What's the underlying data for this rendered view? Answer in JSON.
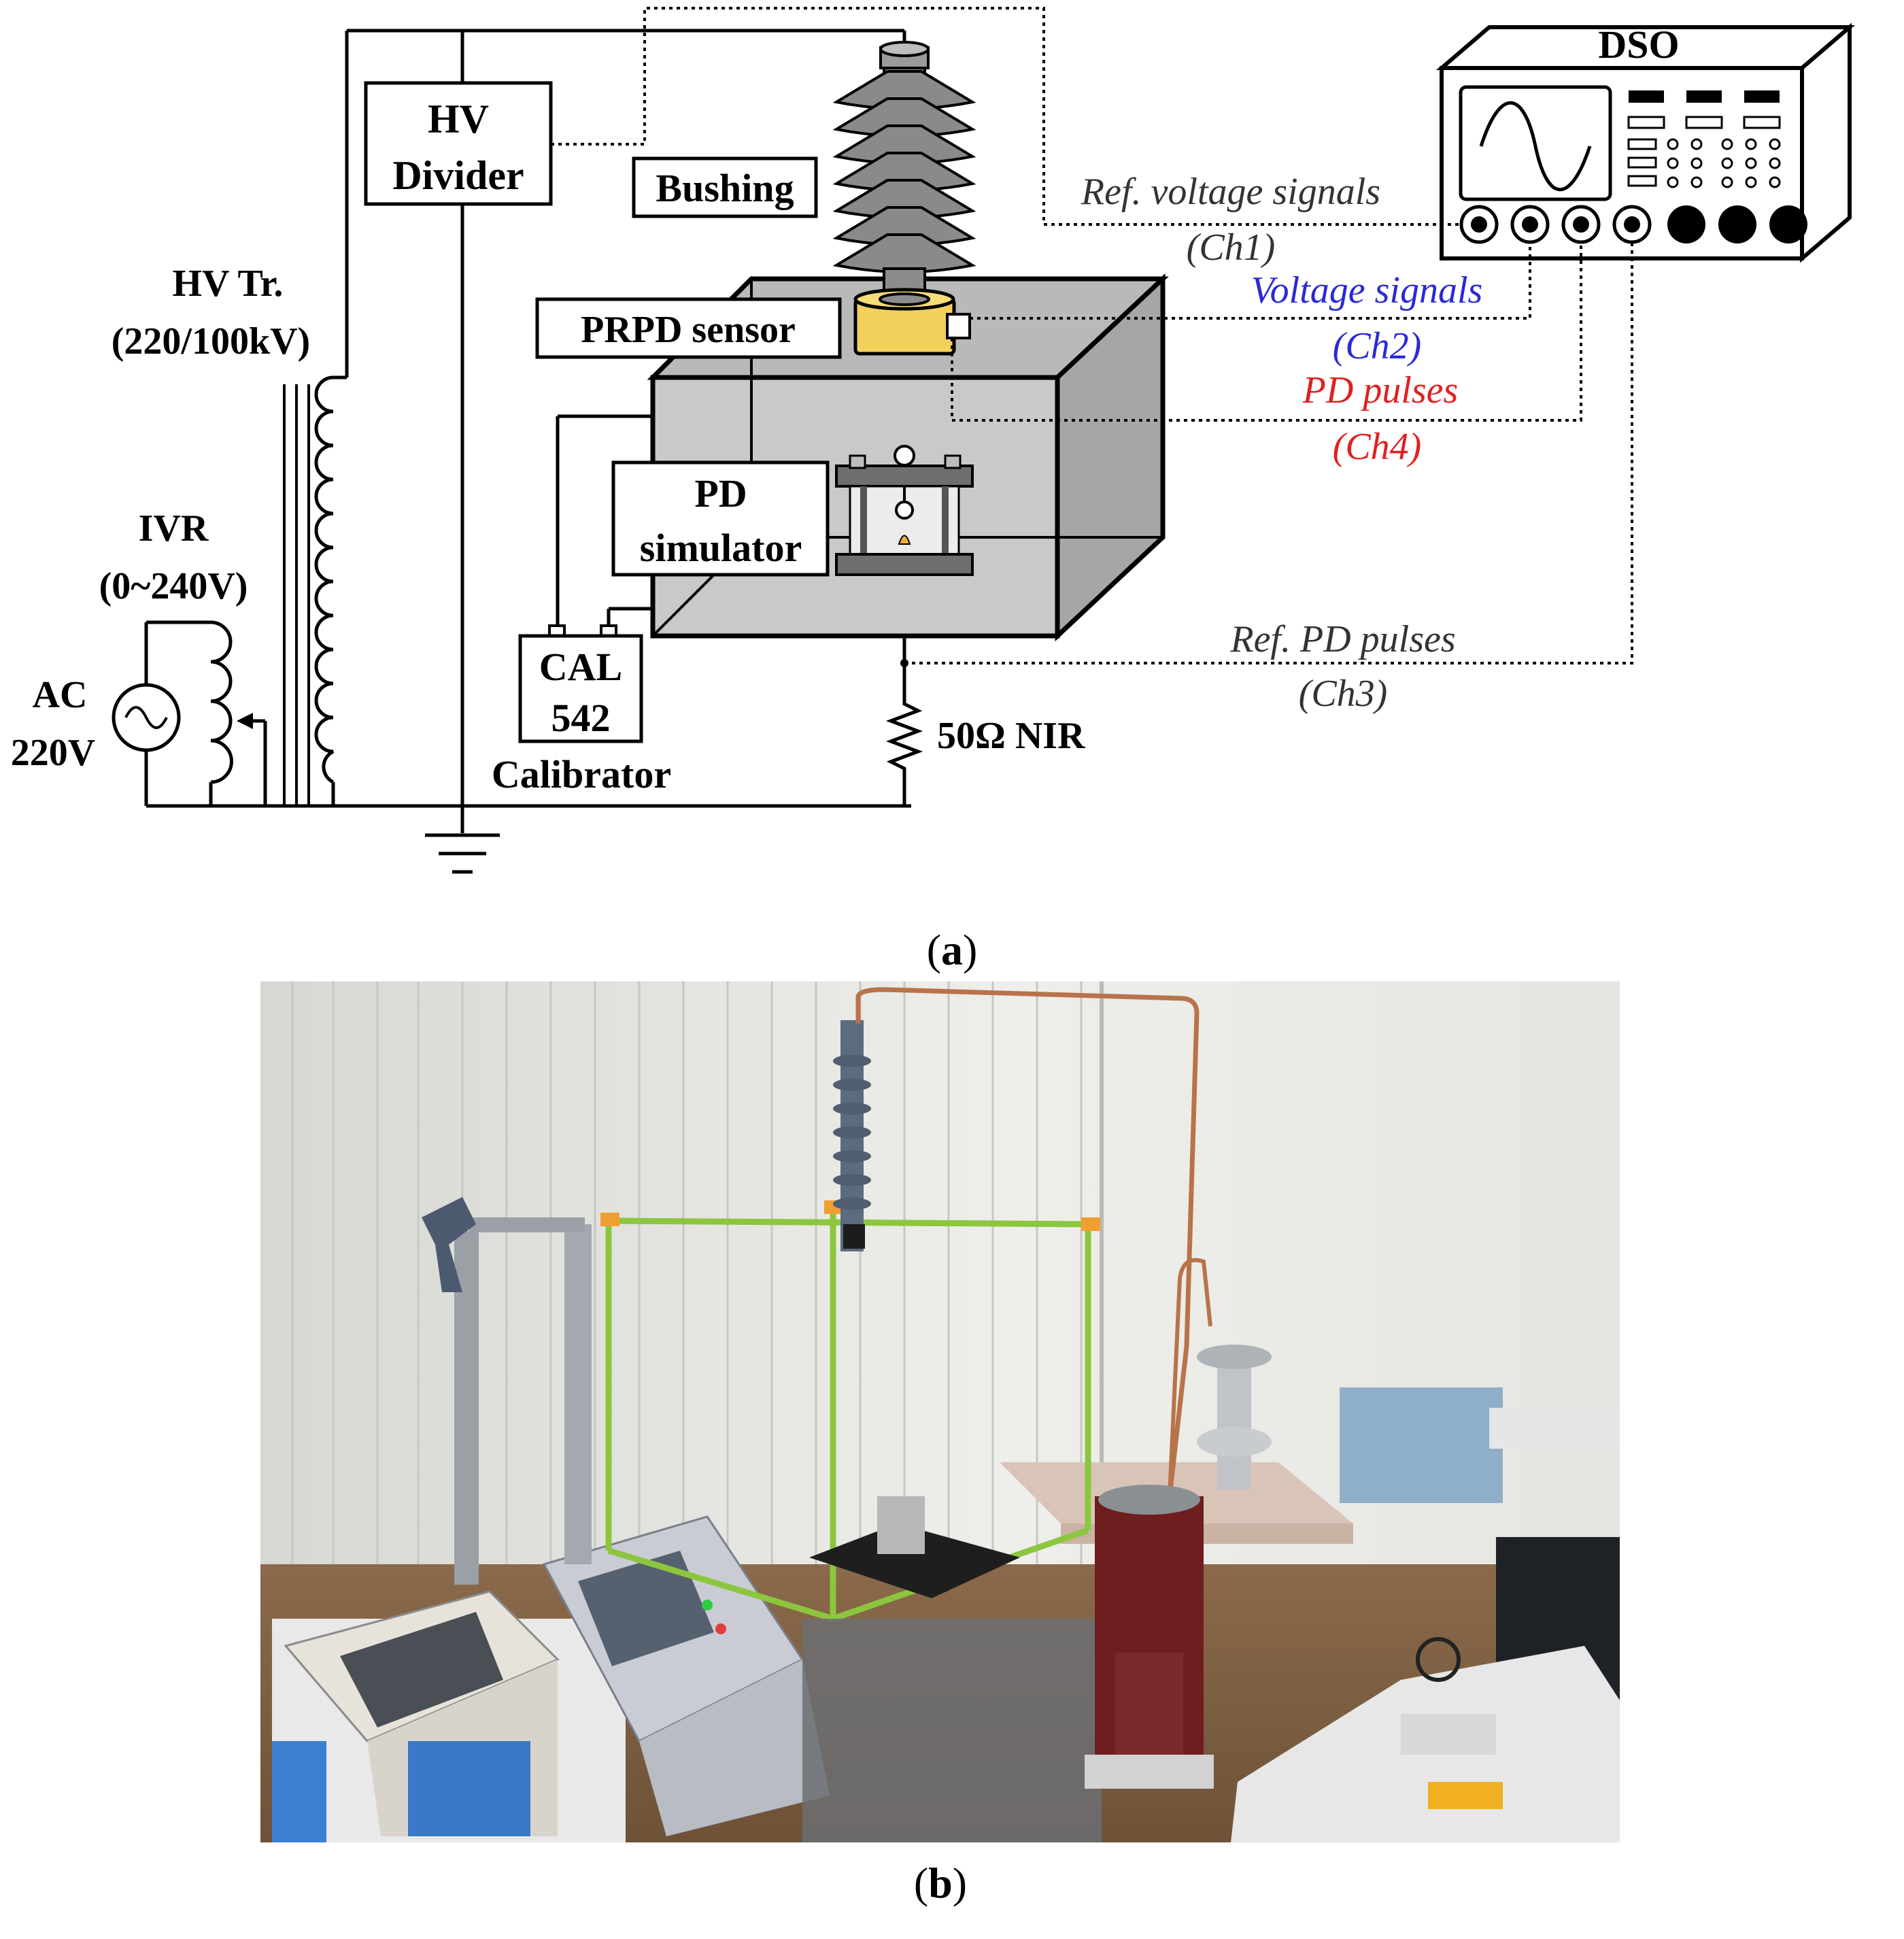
{
  "panel_a": {
    "caption_open": "(",
    "caption_letter": "a",
    "caption_close": ")",
    "labels": {
      "hv_divider_line1": "HV",
      "hv_divider_line2": "Divider",
      "bushing": "Bushing",
      "prpd_sensor": "PRPD sensor",
      "pd_sim_line1": "PD",
      "pd_sim_line2": "simulator",
      "cal_line1": "CAL",
      "cal_line2": "542",
      "calibrator": "Calibrator",
      "nir": "50Ω NIR",
      "hv_tr_line1": "HV Tr.",
      "hv_tr_line2": "(220/100kV)",
      "ivr_line1": "IVR",
      "ivr_line2": "(0~240V)",
      "ac_line1": "AC",
      "ac_line2": "220V",
      "dso": "DSO"
    },
    "signals": {
      "ref_voltage": "Ref. voltage signals",
      "ch1": "(Ch1)",
      "voltage": "Voltage signals",
      "ch2": "(Ch2)",
      "pd_pulses": "PD pulses",
      "ch4": "(Ch4)",
      "ref_pd": "Ref. PD pulses",
      "ch3": "(Ch3)"
    },
    "colors": {
      "voltage_signal": "#2a2ad6",
      "pd_pulse_signal": "#e02020",
      "ref_signal": "#333333",
      "sensor_fill": "#f2d15a",
      "enclosure_fill": "#c9c9c9"
    }
  },
  "panel_b": {
    "caption_open": "(",
    "caption_letter": "b",
    "caption_close": ")"
  }
}
